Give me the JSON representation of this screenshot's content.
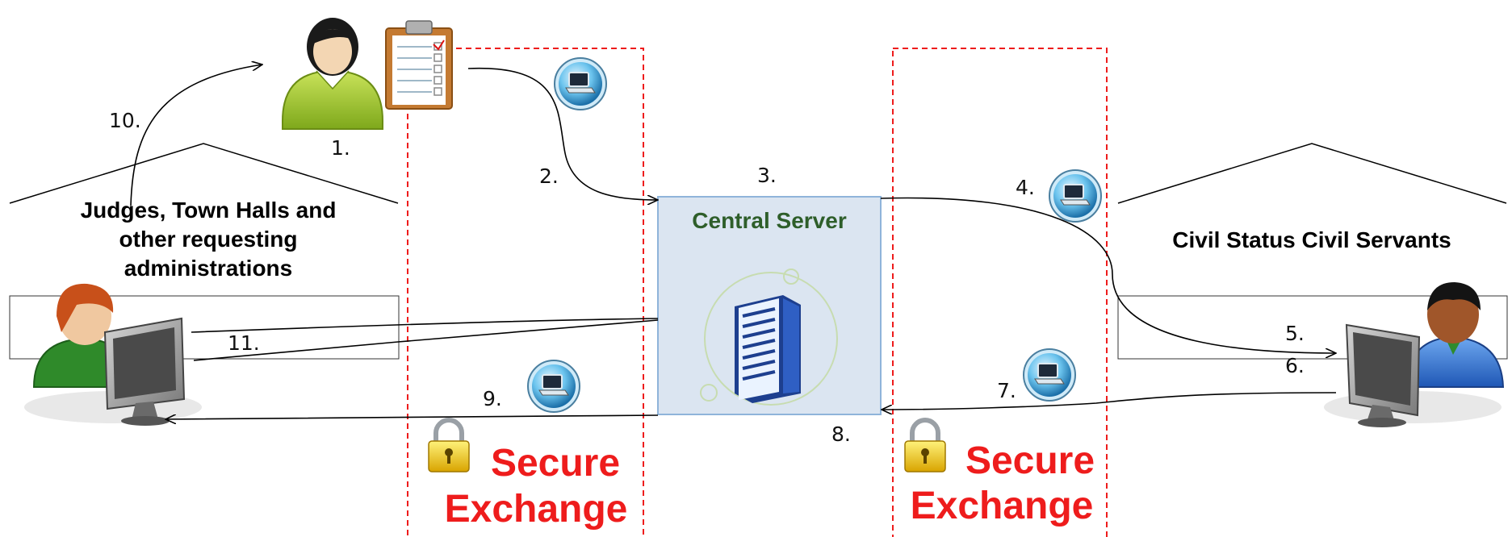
{
  "left_group": {
    "label_lines": [
      "Judges, Town Halls and",
      "other requesting",
      "administrations"
    ]
  },
  "right_group": {
    "label": "Civil Status Civil Servants"
  },
  "server": {
    "title": "Central Server"
  },
  "secure_zones": [
    {
      "line1": "Secure",
      "line2": "Exchange"
    },
    {
      "line1": "Secure",
      "line2": "Exchange"
    }
  ],
  "steps": [
    "1.",
    "2.",
    "3.",
    "4.",
    "5.",
    "6.",
    "7.",
    "8.",
    "9.",
    "10.",
    "11."
  ],
  "colors": {
    "secure_red": "#ee1c1c",
    "server_fill": "#dbe5f1",
    "server_border": "#8fb4da",
    "server_title": "#2e5e2a",
    "dashed_border": "#ee1c1c"
  },
  "icons": {
    "citizen": "person-green-icon",
    "form": "clipboard-form-icon",
    "network": "laptop-globe-icon",
    "server": "server-rack-icon",
    "lock": "padlock-icon",
    "left_workstation": "person-at-computer-icon",
    "right_workstation": "person-at-computer-icon"
  }
}
